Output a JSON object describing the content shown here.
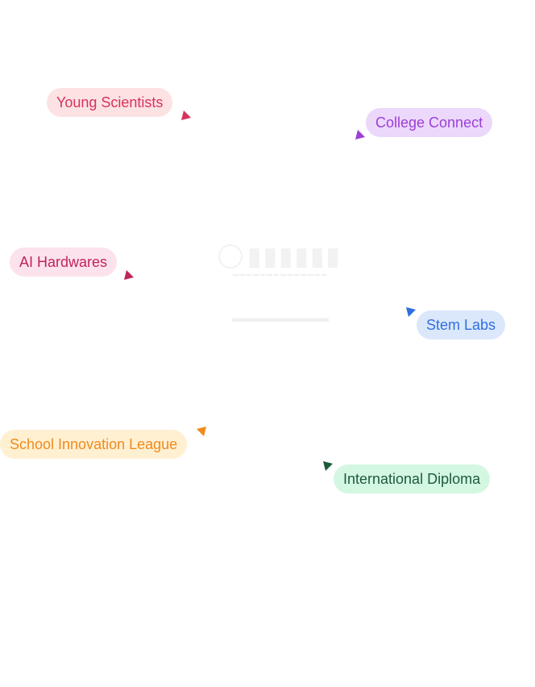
{
  "tags": [
    {
      "key": "young-scientists",
      "label": "Young Scientists",
      "bg": "#fde2e4",
      "fg": "#d6335a",
      "cursor": "#d6335a"
    },
    {
      "key": "college-connect",
      "label": "College Connect",
      "bg": "#ecd8fb",
      "fg": "#9b3fd6",
      "cursor": "#9b3fd6"
    },
    {
      "key": "ai-hardwares",
      "label": "AI Hardwares",
      "bg": "#fce2ec",
      "fg": "#c0245c",
      "cursor": "#c0245c"
    },
    {
      "key": "stem-labs",
      "label": "Stem Labs",
      "bg": "#dbe8fb",
      "fg": "#2f6fe0",
      "cursor": "#2f6fe0"
    },
    {
      "key": "school-innovation-league",
      "label": "School Innovation League",
      "bg": "#fff0d2",
      "fg": "#f08a1c",
      "cursor": "#f08a1c"
    },
    {
      "key": "international-diploma",
      "label": "International Diploma",
      "bg": "#d4f7e2",
      "fg": "#1e5a3c",
      "cursor": "#1e5a3c"
    }
  ],
  "icons": {
    "cursor": "pointer-arrow-icon",
    "logo": "logo-mark-icon"
  }
}
